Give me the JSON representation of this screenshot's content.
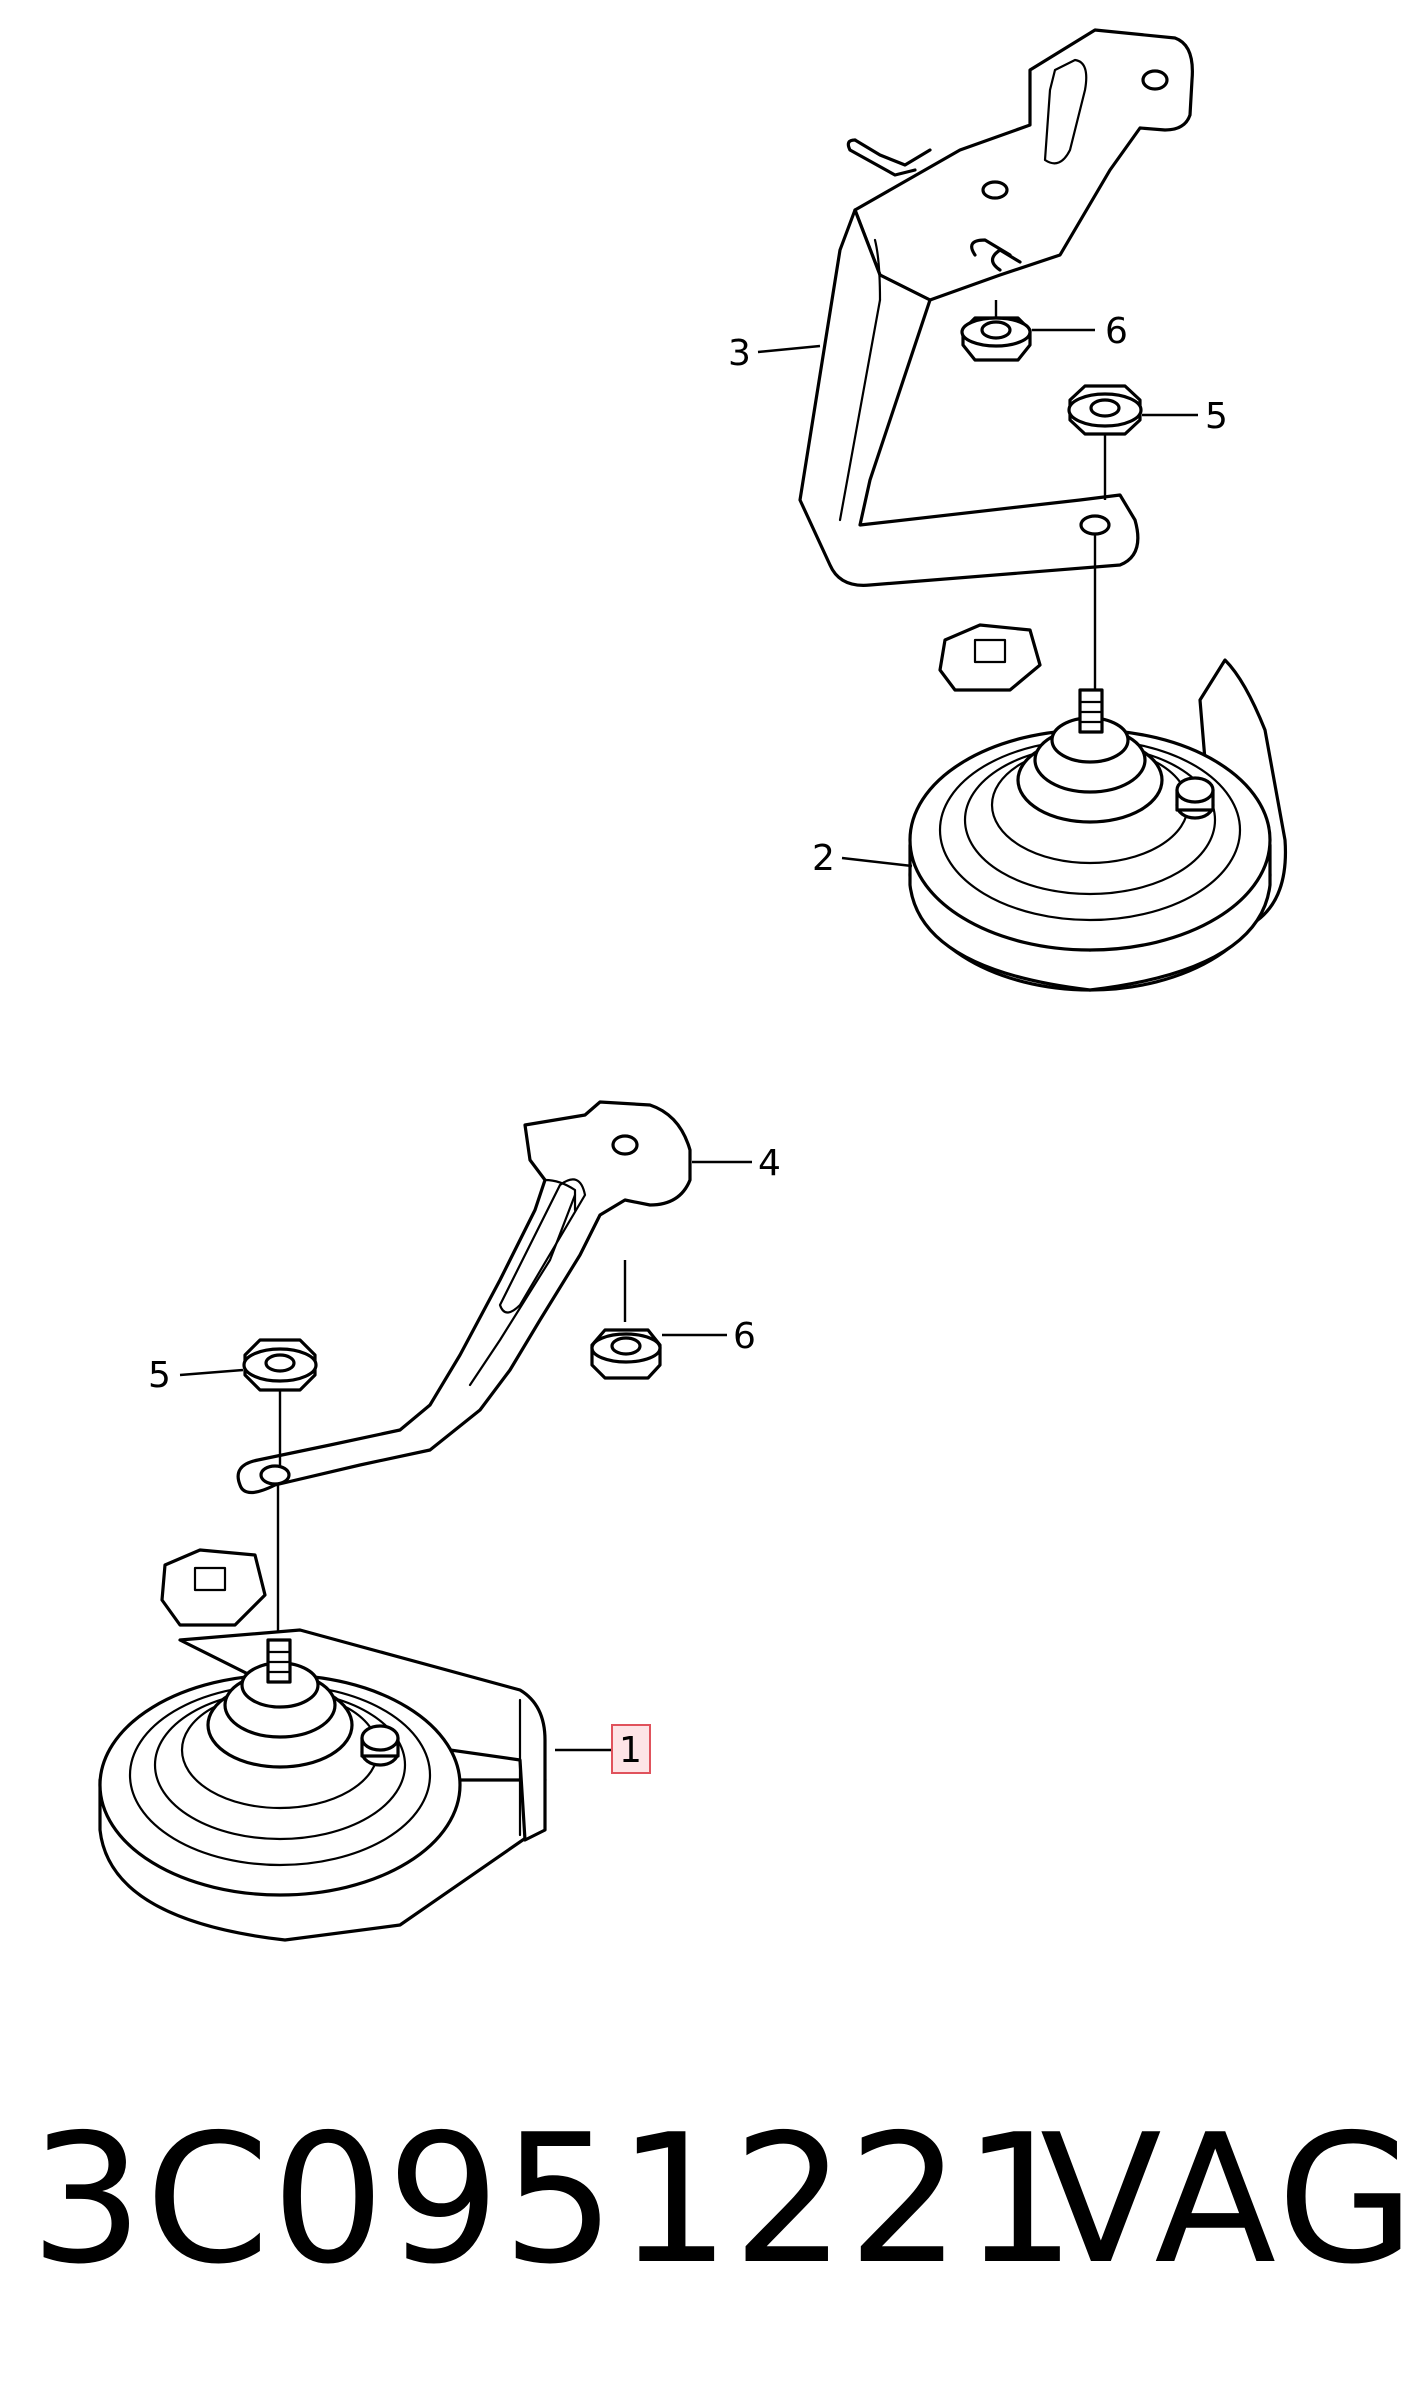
{
  "callouts": {
    "c1": "1",
    "c2": "2",
    "c3": "3",
    "c4": "4",
    "c5_upper": "5",
    "c5_lower": "5",
    "c6_upper": "6",
    "c6_lower": "6"
  },
  "caption": {
    "part_number": "3C0951221",
    "brand": "VAG"
  },
  "colors": {
    "line": "#000000",
    "highlight_fill": "#fde4e6",
    "highlight_border": "#e0525c"
  }
}
